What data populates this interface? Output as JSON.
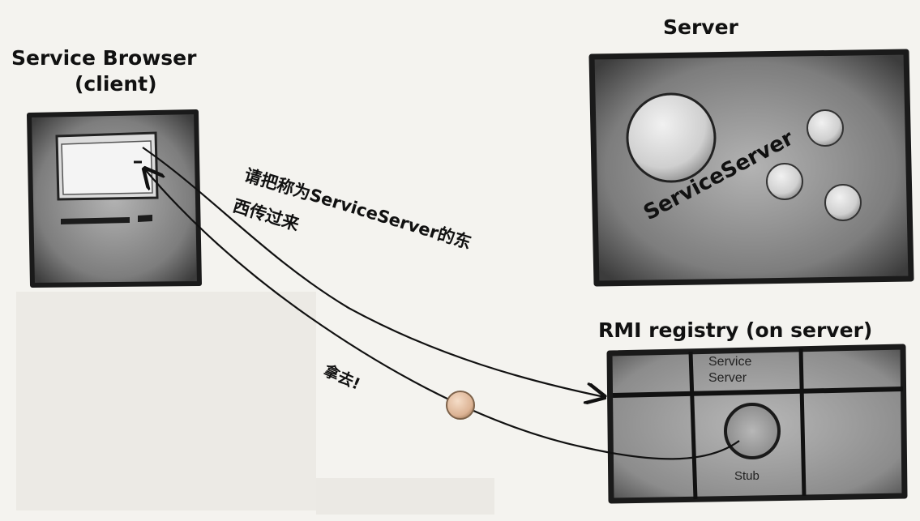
{
  "labels": {
    "client_title_line1": "Service Browser",
    "client_title_line2": "(client)",
    "server_title": "Server",
    "server_inner": "ServiceServer",
    "registry_title": "RMI registry (on server)",
    "registry_cell_line1": "Service",
    "registry_cell_line2": "Server",
    "stub_label": "Stub",
    "request_line1": "请把称为ServiceServer的东",
    "request_line2": "西传过来",
    "response": "拿去!"
  },
  "colors": {
    "box_dark": "#3a3a3a",
    "box_mid": "#8a8a8a",
    "box_light": "#b9b9b9",
    "stub_ball": "#e7c9b0",
    "ink": "#111111"
  },
  "icons": {
    "client": "computer-icon",
    "server": "server-box-icon",
    "registry": "registry-grid-icon",
    "stub": "stub-ball-icon"
  }
}
